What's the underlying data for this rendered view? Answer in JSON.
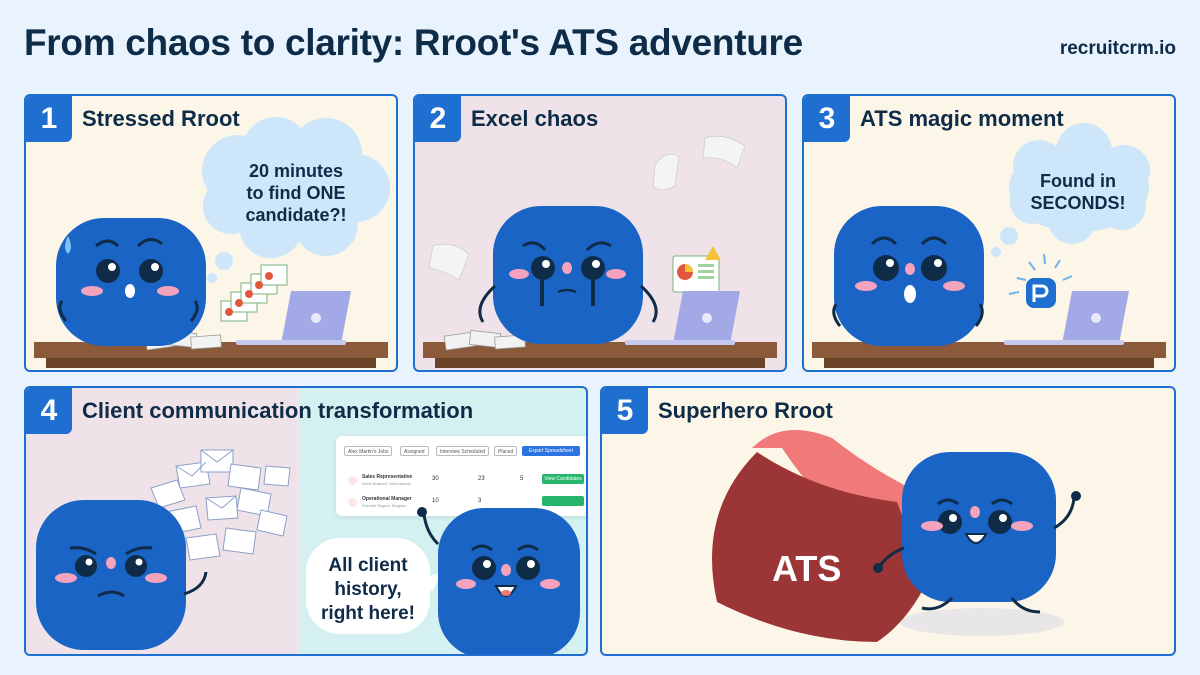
{
  "title": "From chaos to clarity: Rroot's ATS adventure",
  "brand": "recruitcrm.io",
  "panels": [
    {
      "number": "1",
      "title": "Stressed Rroot",
      "bubble": [
        "20 minutes",
        "to find ONE",
        "candidate?!"
      ]
    },
    {
      "number": "2",
      "title": "Excel chaos"
    },
    {
      "number": "3",
      "title": "ATS magic moment",
      "bubble": [
        "Found in",
        "SECONDS!"
      ]
    },
    {
      "number": "4",
      "title": "Client communication transformation",
      "bubble": [
        "All client",
        "history,",
        "right here!"
      ]
    },
    {
      "number": "5",
      "title": "Superhero Rroot",
      "cape_text": "ATS"
    }
  ],
  "mockup": {
    "filters": [
      "Alex Martin's Jobs",
      "Assigned",
      "Interview Scheduled",
      "Placed"
    ],
    "export_label": "Export Spreadsheet",
    "rows": [
      {
        "role": "Sales Representative",
        "location": "North Brabant, Netherlands",
        "assigned": "30",
        "interviews": "23",
        "placed": "5",
        "action": "View Candidates"
      },
      {
        "role": "Operational Manager",
        "location": "Flemish Region, Belgium",
        "assigned": "10",
        "interviews": "3",
        "placed": "",
        "action": ""
      }
    ]
  },
  "colors": {
    "accent": "#1f6fd0",
    "text": "#0e2b47",
    "background": "#e9f3fd",
    "mascot": "#1a64c6",
    "cape": "#9c3535"
  }
}
